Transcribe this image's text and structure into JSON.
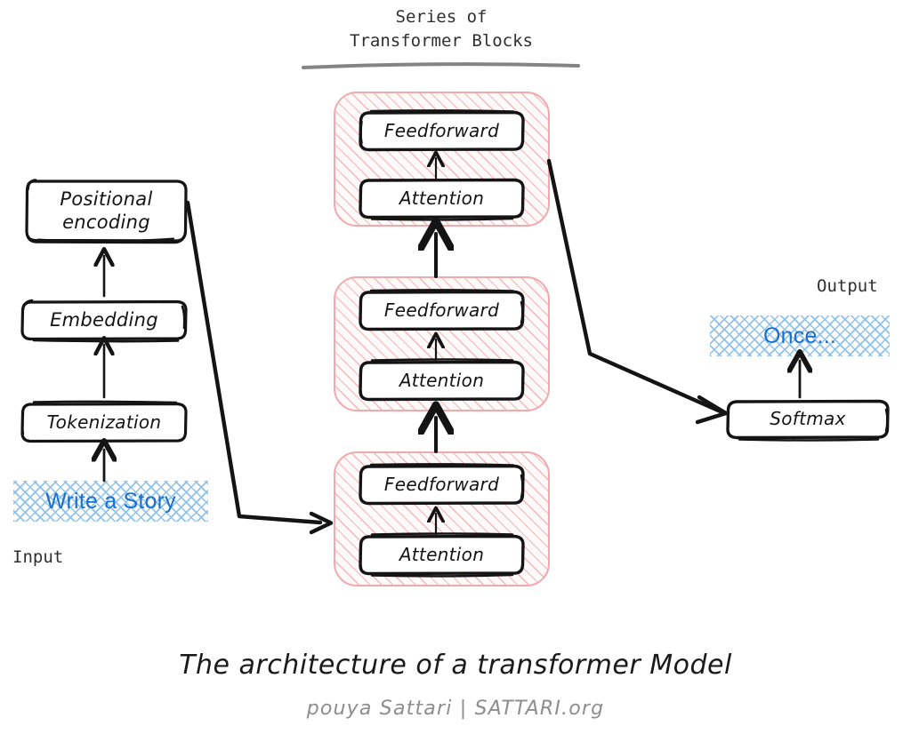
{
  "diagram": {
    "section_title": {
      "line1": "Series of",
      "line2": "Transformer Blocks"
    },
    "input_label": "Input",
    "output_label": "Output",
    "input_chip": "Write a Story",
    "output_chip": "Once...",
    "preprocess": [
      {
        "id": "positional-encoding",
        "label": "Positional\nencoding"
      },
      {
        "id": "embedding",
        "label": "Embedding"
      },
      {
        "id": "tokenization",
        "label": "Tokenization"
      }
    ],
    "transformer_blocks": [
      {
        "id": "block-top",
        "feedforward": "Feedforward",
        "attention": "Attention"
      },
      {
        "id": "block-middle",
        "feedforward": "Feedforward",
        "attention": "Attention"
      },
      {
        "id": "block-bottom",
        "feedforward": "Feedforward",
        "attention": "Attention"
      }
    ],
    "softmax_label": "Softmax",
    "caption": {
      "title": "The architecture of a transformer Model",
      "credit": "pouya Sattari  |  SATTARI.org"
    },
    "colors": {
      "block_fill_hatch": "#f6b6b8",
      "block_border": "#f2a9ac",
      "chip_hatch": "#8ec2ec",
      "chip_text": "#1a6fd0",
      "ink": "#1c1c1c",
      "rule": "#6e6e6e",
      "credit_text": "#8d8d8d"
    }
  }
}
